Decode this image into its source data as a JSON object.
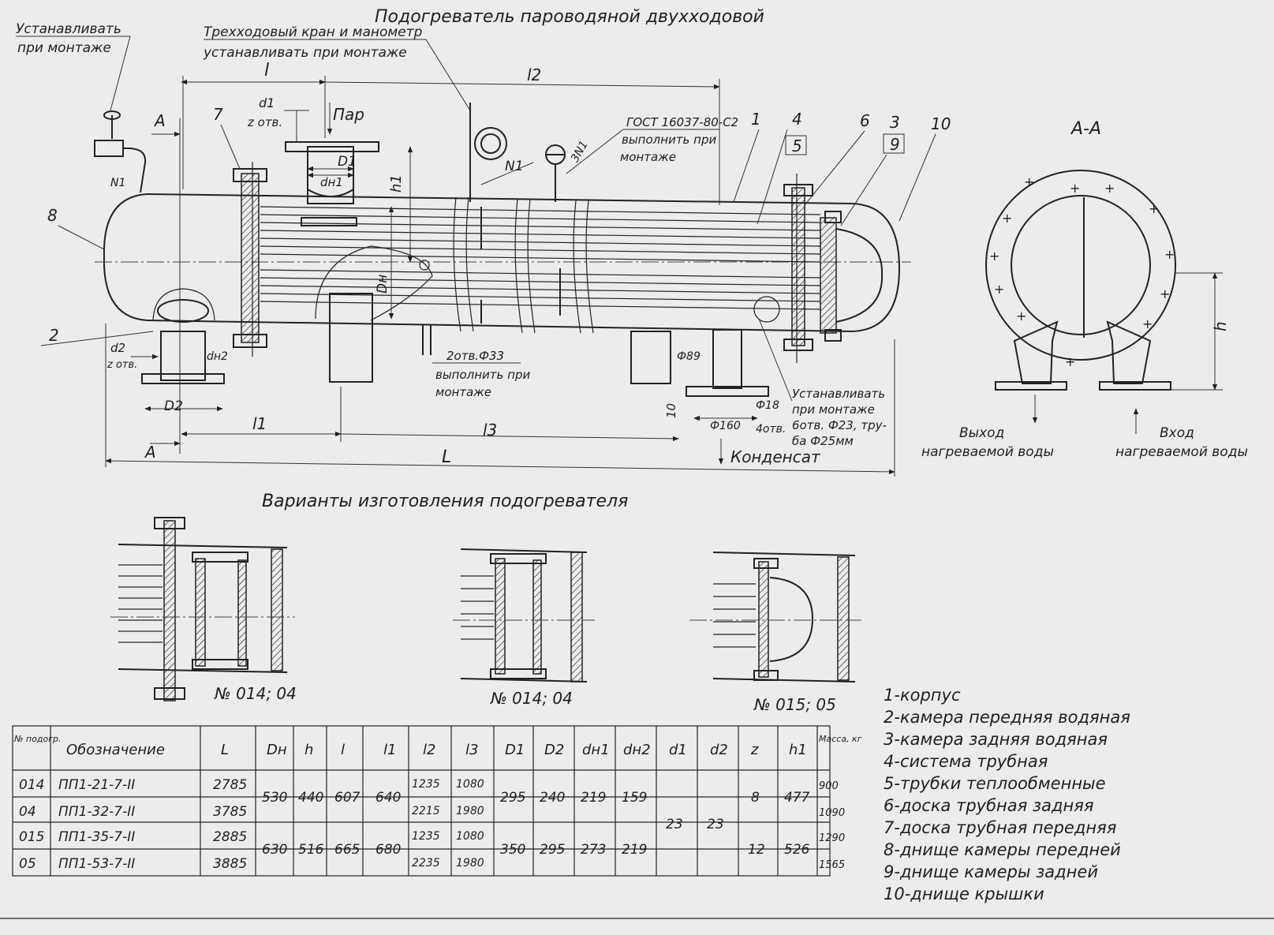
{
  "title": "Подогреватель пароводяной двухходовой",
  "variants_title": "Варианты изготовления подогревателя",
  "notes": {
    "install_top": [
      "Устанавливать",
      "при монтаже"
    ],
    "tap_gauge": [
      "Трехходовый кран и манометр",
      "устанавливать при монтаже"
    ],
    "steam": "Пар",
    "gost": [
      "ГОСТ 16037-80-С2",
      "выполнить при",
      "монтаже"
    ],
    "holes_33": [
      "2отв.Ф33",
      "выполнить при",
      "монтаже"
    ],
    "install_bottom": [
      "Устанавливать",
      "при монтаже",
      "6отв. Ф23, тру-",
      "ба Ф25мм"
    ],
    "condensate": "Конденсат",
    "section": "А-А",
    "outlet": [
      "Выход",
      "нагреваемой воды"
    ],
    "inlet": [
      "Вход",
      "нагреваемой воды"
    ]
  },
  "dims": {
    "l": "l",
    "l1": "l1",
    "l2": "l2",
    "l3": "l3",
    "L": "L",
    "d1": "d1",
    "z_holes": "z отв.",
    "D1": "D1",
    "dn1": "dн1",
    "h1": "h1",
    "Dn": "Dн",
    "d2": "d2",
    "dn2": "dн2",
    "D2": "D2",
    "h": "h",
    "phi89": "Ф89",
    "phi18": "Ф18",
    "phi160": "Ф160",
    "holes4": "4отв.",
    "ten": "10",
    "N1a": "N1",
    "N1b": "N1",
    "N1c": "3N1",
    "A": "А"
  },
  "callouts": [
    "1",
    "4",
    "5",
    "6",
    "3",
    "9",
    "10",
    "7",
    "8",
    "2"
  ],
  "variants": [
    {
      "label": "№ 014; 04"
    },
    {
      "label": "№ 014; 04"
    },
    {
      "label": "№ 015; 05"
    }
  ],
  "table": {
    "headers": [
      "№ подогр.",
      "Обозначение",
      "L",
      "Dн",
      "h",
      "l",
      "l1",
      "l2",
      "l3",
      "D1",
      "D2",
      "dн1",
      "dн2",
      "d1",
      "d2",
      "z",
      "h1",
      "Масса, кг"
    ],
    "rows": [
      {
        "no": "014",
        "name": "ПП1-21-7-II",
        "L": "2785",
        "l2": "1235",
        "l3": "1080",
        "mass": "900"
      },
      {
        "no": "04",
        "name": "ПП1-32-7-II",
        "L": "3785",
        "l2": "2215",
        "l3": "1980",
        "mass": "1090"
      },
      {
        "no": "015",
        "name": "ПП1-35-7-II",
        "L": "2885",
        "l2": "1235",
        "l3": "1080",
        "mass": "1290"
      },
      {
        "no": "05",
        "name": "ПП1-53-7-II",
        "L": "3885",
        "l2": "2235",
        "l3": "1980",
        "mass": "1565"
      }
    ],
    "group_a": {
      "Dn": "530",
      "h": "440",
      "l": "607",
      "l1": "640",
      "D1": "295",
      "D2": "240",
      "dn1": "219",
      "dn2": "159",
      "z": "8",
      "h1": "477"
    },
    "group_b": {
      "Dn": "630",
      "h": "516",
      "l": "665",
      "l1": "680",
      "D1": "350",
      "D2": "295",
      "dn1": "273",
      "dn2": "219",
      "z": "12",
      "h1": "526"
    },
    "common": {
      "d1": "23",
      "d2": "23"
    }
  },
  "legend": [
    "1-корпус",
    "2-камера передняя водяная",
    "3-камера задняя водяная",
    "4-система трубная",
    "5-трубки теплообменные",
    "6-доска трубная задняя",
    "7-доска трубная передняя",
    "8-днище камеры передней",
    "9-днище камеры задней",
    "10-днище крышки"
  ]
}
